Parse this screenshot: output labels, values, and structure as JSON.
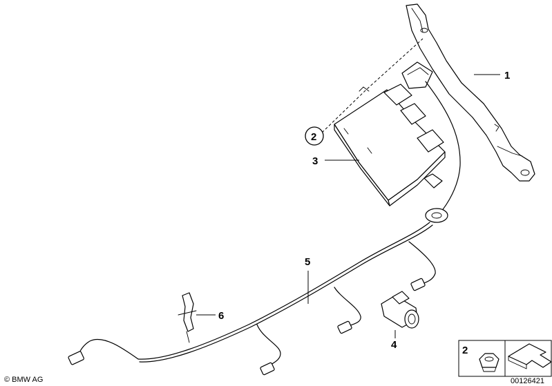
{
  "callouts": {
    "c1": "1",
    "c2": "2",
    "c3": "3",
    "c4": "4",
    "c5": "5",
    "c6": "6"
  },
  "legend": {
    "part_number": "2"
  },
  "footer": {
    "copyright": "© BMW AG",
    "diagram_id": "00126421"
  }
}
